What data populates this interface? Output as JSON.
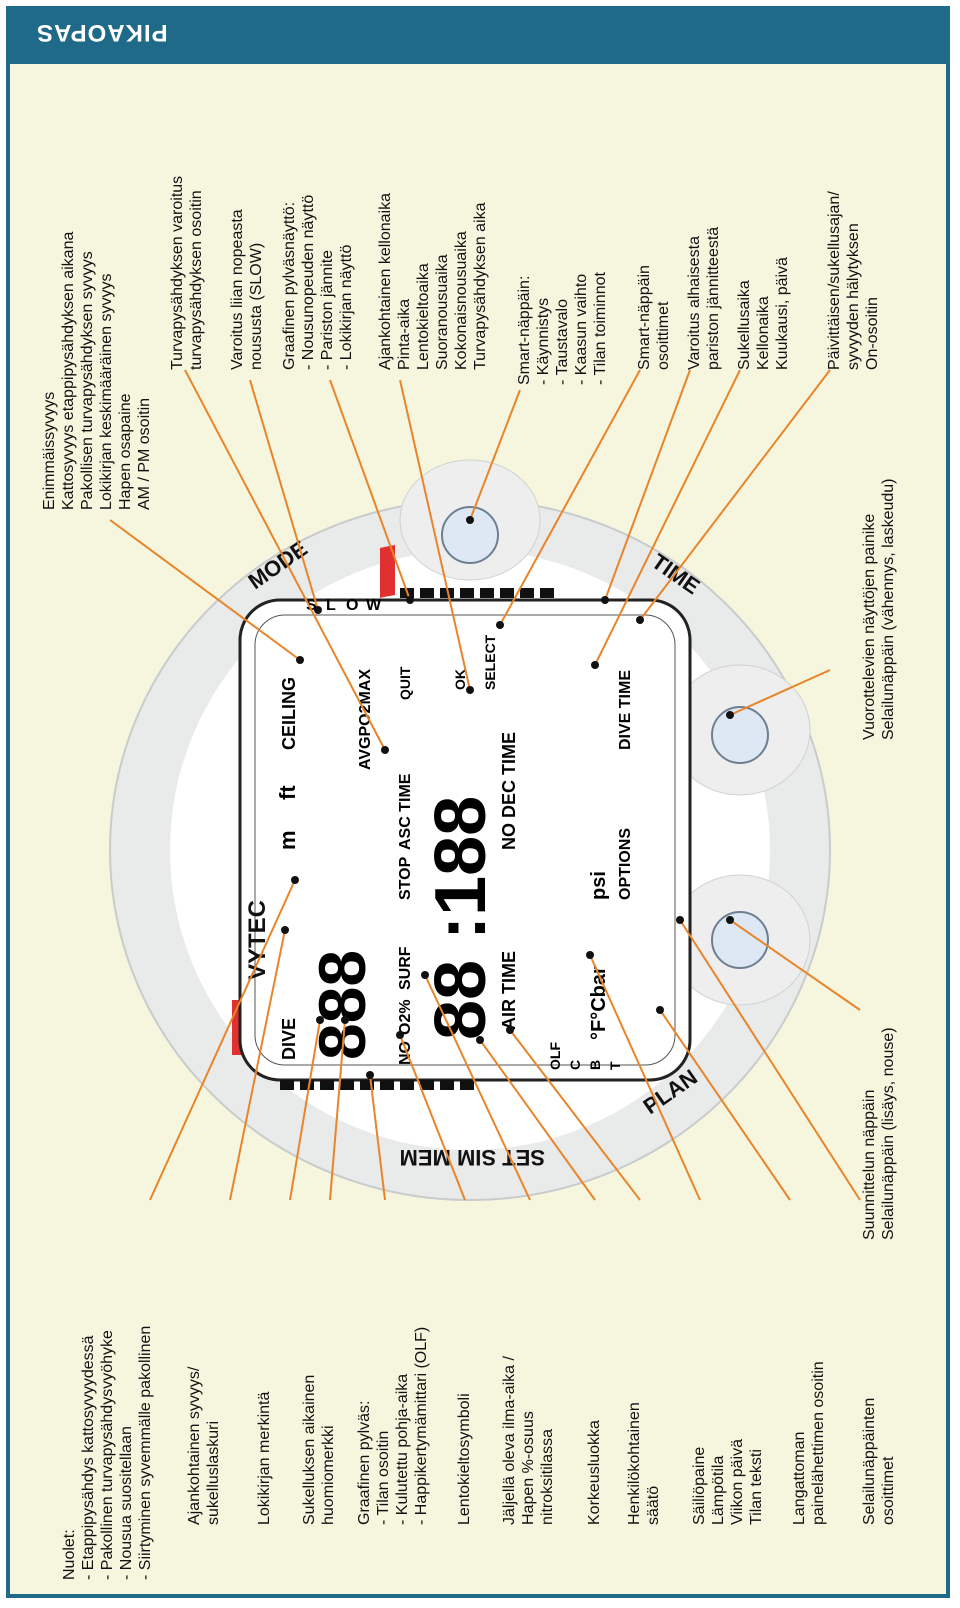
{
  "header": {
    "title": "PIKAOPAS"
  },
  "colors": {
    "accent": "#1f6a89",
    "leader": "#e8852a",
    "background": "#f6f5de",
    "red": "#e03030"
  },
  "device": {
    "brand": "VYTEC",
    "buttons": [
      "MODE",
      "TIME",
      "PLAN",
      "SET SIM MEM"
    ],
    "lcd": {
      "top_labels": [
        "DIVE",
        "m",
        "ft",
        "CEILING",
        "AVGPO2MAX"
      ],
      "digits_top": "888",
      "mid_labels": [
        "NO",
        "O2%",
        "SURF",
        "STOP",
        "ASC TIME",
        "QUIT",
        "OK"
      ],
      "digits_mid": "88 :188",
      "bottom_labels": [
        "AIR TIME",
        "NO DEC TIME",
        "SELECT"
      ],
      "lower_labels": [
        "OLF",
        "C",
        "B",
        "T",
        "°F°Cbar",
        "psi",
        "OPTIONS",
        "DIVE TIME"
      ],
      "slow_letters": [
        "S",
        "L",
        "O",
        "W"
      ]
    }
  },
  "labels": {
    "max_depth": [
      "Enimmäissyvyys",
      "Kattosyvyys etappipysähdyksen aikana",
      "Pakollisen turvapysähdyksen syvyys",
      "Lokikirjan keskimääräinen syvyys",
      "Hapen osapaine",
      "AM / PM osoitin"
    ],
    "safety_stop": [
      "Turvapysähdyksen varoitus",
      "turvapysähdyksen osoitin"
    ],
    "slow": [
      "Varoitus liian nopeasta",
      "noususta (SLOW)"
    ],
    "bar_graph": [
      "Graafinen pylväsnäyttö:",
      "- Nousunopeuden näyttö",
      "- Pariston jännite",
      "- Lokikirjan näyttö"
    ],
    "clock": [
      "Ajankohtainen kellonaika",
      "Pinta-aika",
      "Lentokieltoaika",
      "Suoranousuaika",
      "Kokonaisnousuaika",
      "Turvapysähdyksen aika"
    ],
    "smart_button": [
      "Smart-näppäin:",
      "- Käynnistys",
      "- Taustavalo",
      "- Kaasun vaihto",
      "- Tilan toiminnot"
    ],
    "smart_indicators": [
      "Smart-näppäin",
      "osoittimet"
    ],
    "battery": [
      "Varoitus alhaisesta",
      "pariston jännitteestä"
    ],
    "dive_time": [
      "Sukellusaika",
      "Kellonaika",
      "Kuukausi, päivä"
    ],
    "alarm": [
      "Päivittäisen/sukellusajan/",
      "syvyyden hälytyksen",
      "On-osoitin"
    ],
    "scroll_down": [
      "Vuorottelevien näyttöjen painike",
      "Selailunäppäin (vähennys, laskeudu)"
    ],
    "plan_button": [
      "Suunnittelun näppäin",
      "Selailunäppäin (lisäys, nouse)"
    ],
    "arrows": [
      "Nuolet:",
      "- Etappipysähdys kattosyvyydessä",
      "- Pakollinen turvapysähdysvyöhyke",
      "- Nousua suositellaan",
      "- Siirtyminen syvemmälle pakollinen"
    ],
    "depth": [
      "Ajankohtainen syvyys/",
      "sukelluslaskuri"
    ],
    "logbook_mark": [
      "Lokikirjan merkintä"
    ],
    "attention": [
      "Sukelluksen aikainen",
      "huomiomerkki"
    ],
    "graph_left": [
      "Graafinen pylväs:",
      "- Tilan osoitin",
      "- Kulutettu pohja-aika",
      "- Happikertymämittari (OLF)"
    ],
    "no_fly": [
      "Lentokieltosymboli"
    ],
    "air_time": [
      "Jäljellä oleva ilma-aika /",
      "Hapen %-osuus",
      "nitroksitilassa"
    ],
    "altitude": [
      "Korkeusluokka"
    ],
    "personal": [
      "Henkilökohtainen",
      "säätö"
    ],
    "tank": [
      "Säiliöpaine",
      "Lämpötila",
      "Viikon päivä",
      "Tilan teksti"
    ],
    "wireless": [
      "Langattoman",
      "painelähettimen osoitin"
    ],
    "scroll_ind": [
      "Selailunäppäinten",
      "osoittimet"
    ]
  }
}
